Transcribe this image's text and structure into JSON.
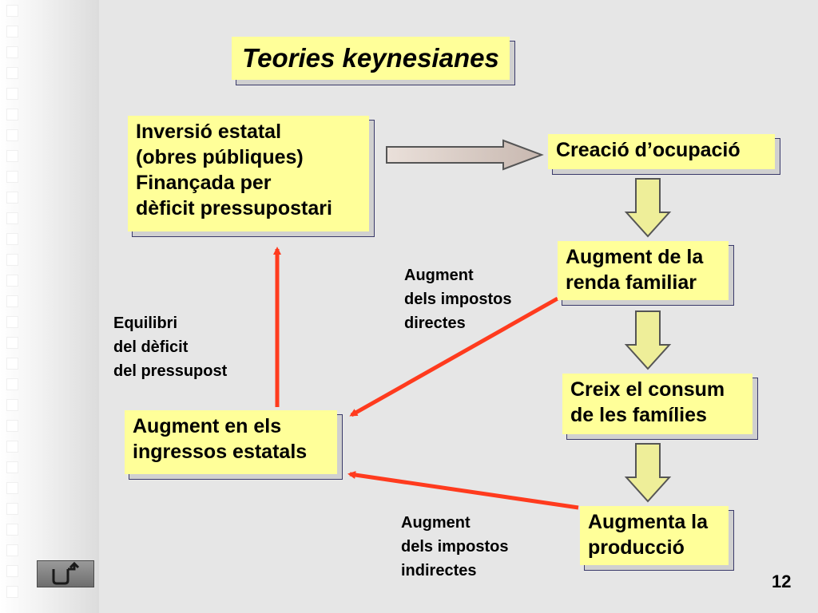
{
  "title": "Teories keynesianes",
  "boxes": {
    "inversio": [
      "Inversió estatal",
      "(obres públiques)",
      "Finançada per",
      "dèficit pressupostari"
    ],
    "ocupacio": [
      "Creació d’ocupació"
    ],
    "renda": [
      "Augment de la",
      "renda familiar"
    ],
    "consum": [
      "Creix el consum",
      "de les famílies"
    ],
    "produccio": [
      "Augmenta la",
      "producció"
    ],
    "ingressos": [
      "Augment en els",
      "ingressos estatals"
    ]
  },
  "labels": {
    "equilibri": [
      "Equilibri",
      "del dèficit",
      "del pressupost"
    ],
    "directes": [
      "Augment",
      "dels impostos",
      "directes"
    ],
    "indirectes": [
      "Augment",
      "dels impostos",
      "indirectes"
    ]
  },
  "page_number": "12",
  "colors": {
    "box_fill": "#ffff99",
    "red_arrow": "#ff3b1e",
    "block_arrow": "#eeee99"
  },
  "icons": {
    "nav": "return-icon"
  }
}
